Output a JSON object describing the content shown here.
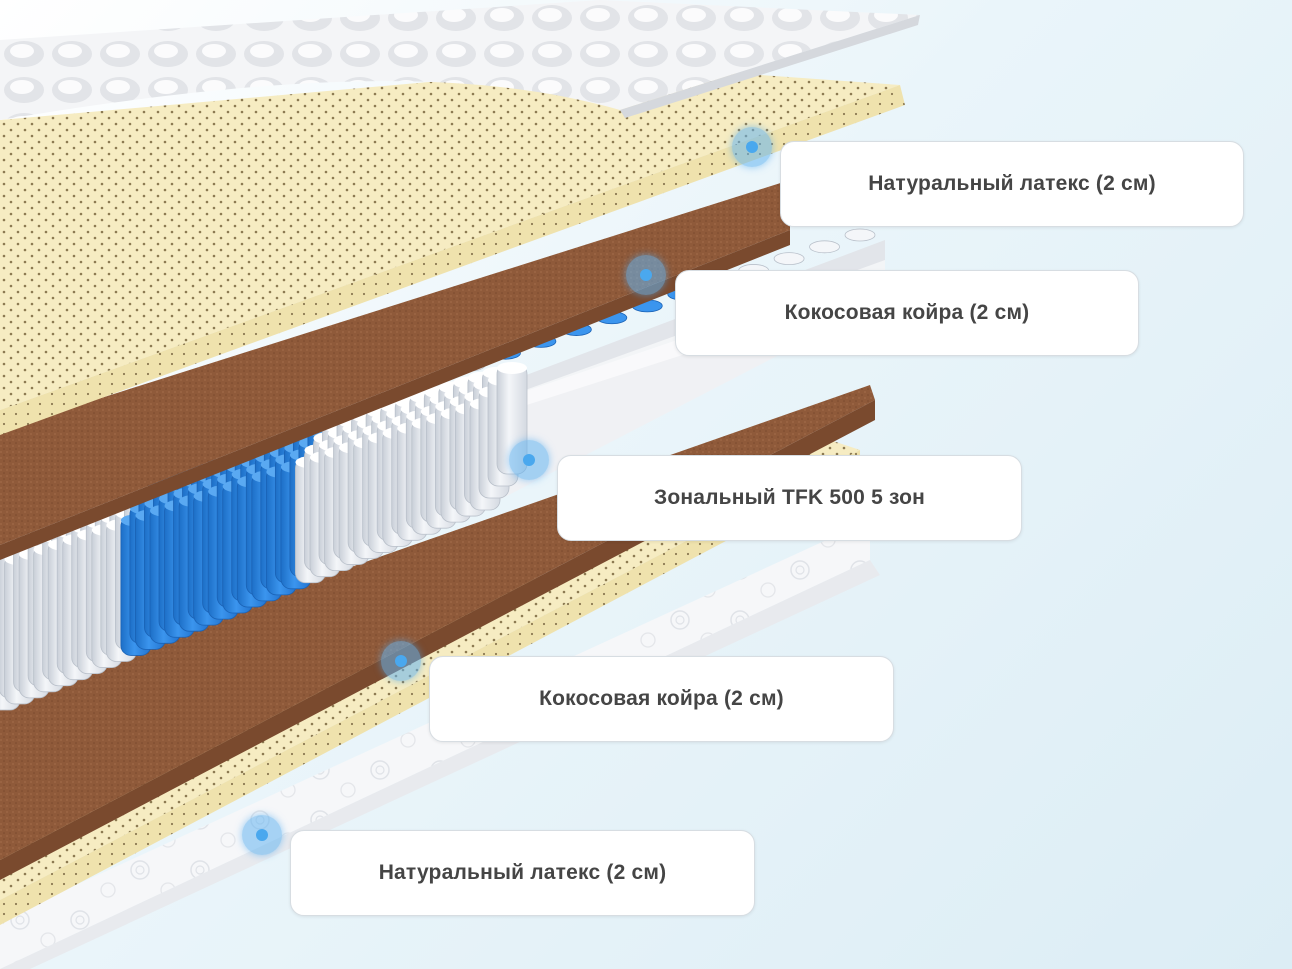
{
  "layers": [
    {
      "id": "top-latex",
      "label": "Натуральный латекс (2 см)"
    },
    {
      "id": "top-coir",
      "label": "Кокосовая койра (2 см)"
    },
    {
      "id": "springs",
      "label": "Зональный TFK 500 5 зон"
    },
    {
      "id": "bottom-coir",
      "label": "Кокосовая койра (2 см)"
    },
    {
      "id": "bottom-latex",
      "label": "Натуральный латекс (2 см)"
    }
  ],
  "colors": {
    "latex": "#f6ecc2",
    "coir": "#8f5a3a",
    "spring_white": "#eef1f5",
    "spring_blue": "#2f86e0",
    "foam_border": "#eceef2",
    "cover": "#f2f3f5",
    "marker": "#4aa8ee",
    "label_text": "#454545"
  },
  "icons": {
    "marker": "hotspot-dot-icon"
  }
}
